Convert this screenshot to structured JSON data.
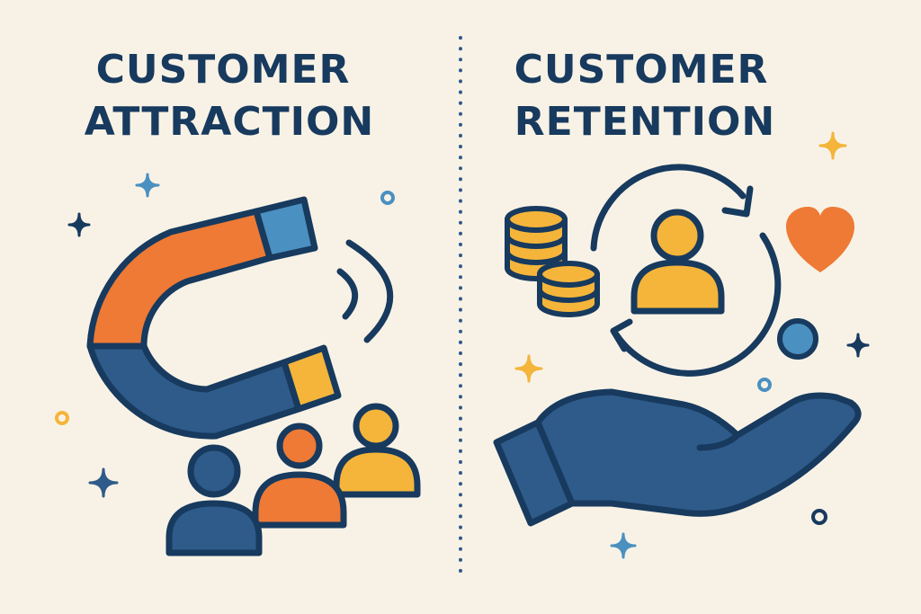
{
  "left_panel": {
    "title_line1": "CUSTOMER",
    "title_line2": "ATTRACTION"
  },
  "right_panel": {
    "title_line1": "CUSTOMER",
    "title_line2": "RETENTION"
  },
  "colors": {
    "background": "#f8f2e6",
    "navy": "#173a5e",
    "blue": "#2e5b8a",
    "orange": "#ee7a35",
    "yellow": "#f4b53a",
    "light_blue": "#4a90c0"
  },
  "icons": [
    "magnet-icon",
    "people-group-icon",
    "coin-stack-icon",
    "person-icon",
    "cycle-arrows-icon",
    "heart-icon",
    "open-hand-icon"
  ]
}
